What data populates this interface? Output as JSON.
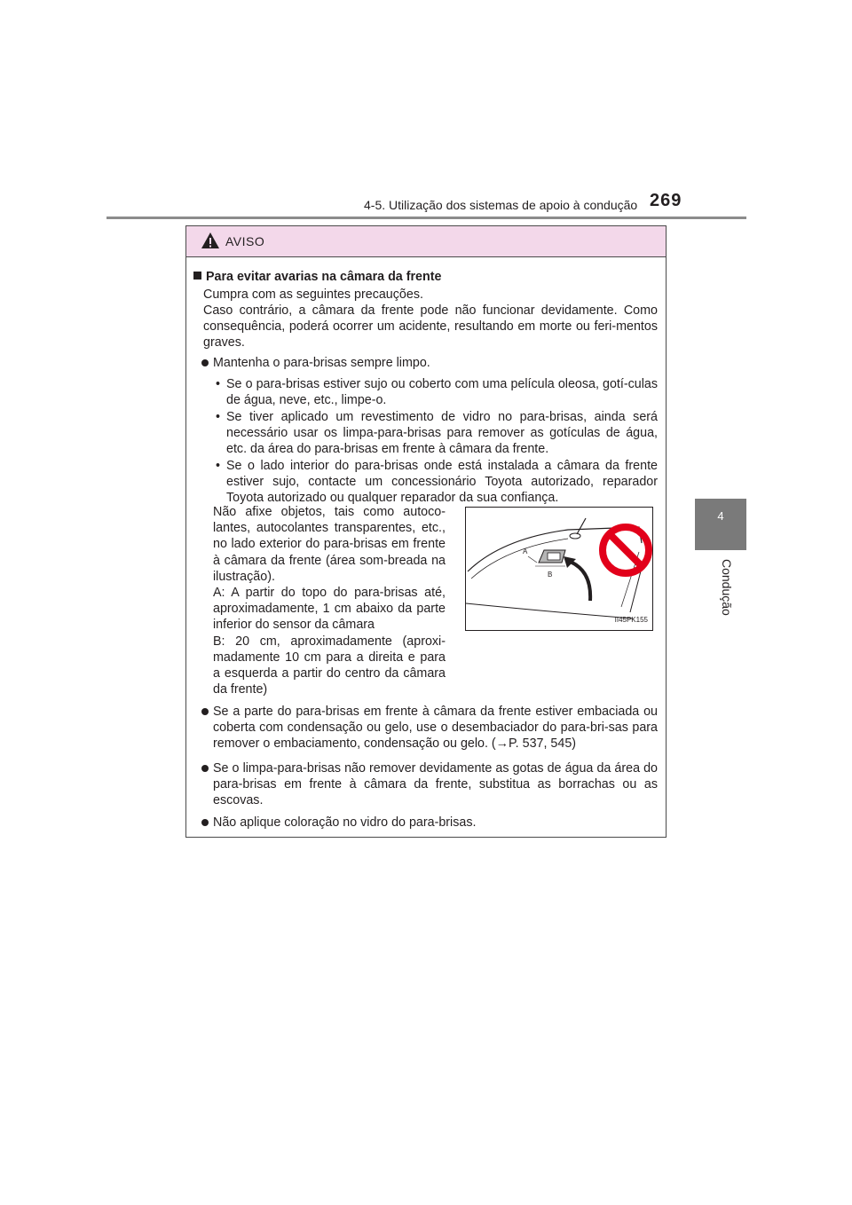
{
  "header": {
    "section": "4-5. Utilização dos sistemas de apoio à condução",
    "page_number": "269"
  },
  "side_tab": {
    "number": "4",
    "title": "Condução"
  },
  "warning": {
    "title": "AVISO",
    "icon": "warning-triangle-icon",
    "section_title": "Para evitar avarias na câmara da frente",
    "intro_lines": [
      "Cumpra com as seguintes precauções.",
      "Caso contrário, a câmara da frente pode não funcionar devidamente. Como consequência, poderá ocorrer um acidente, resultando em morte ou feri-mentos graves."
    ],
    "bullet1": "Mantenha o para-brisas sempre limpo.",
    "sub_items": [
      "Se o para-brisas estiver sujo ou coberto com uma película oleosa, gotí-culas de água, neve, etc., limpe-o.",
      "Se tiver aplicado um revestimento de vidro no para-brisas, ainda será necessário usar os limpa-para-brisas para remover as gotículas de água, etc. da área do para-brisas em frente à câmara da frente.",
      "Se o lado interior do para-brisas onde está instalada a câmara da frente estiver sujo, contacte um concessionário Toyota autorizado, reparador Toyota autorizado ou qualquer reparador da sua confiança."
    ],
    "figure_text": "Não afixe objetos, tais como autoco-lantes, autocolantes transparentes, etc., no lado exterior do para-brisas em frente à câmara da frente (área som-breada na ilustração).\nA: A partir do topo do para-brisas até, aproximadamente, 1 cm abaixo da parte inferior do sensor da câmara\nB: 20 cm, aproximadamente (aproxi-madamente 10 cm para a direita e para a esquerda a partir do centro da câmara da frente)",
    "figure": {
      "label_a": "A",
      "label_b": "B",
      "code": "II45PK155",
      "prohibition_color": "#e2001a"
    },
    "bullet2": "Se a parte do para-brisas em frente à câmara da frente estiver embaciada ou coberta com condensação ou gelo, use o desembaciador do para-bri-sas para remover o embaciamento, condensação ou gelo. (→P. 537, 545)",
    "bullet3": "Se o limpa-para-brisas não remover devidamente as gotas de água da área do para-brisas em frente à câmara da frente, substitua as borrachas ou as escovas.",
    "bullet4": "Não aplique coloração no vidro do para-brisas."
  },
  "colors": {
    "header_band": "#f3d8ea",
    "side_tab": "#7a7a7a",
    "rule": "#8c8c8c"
  }
}
